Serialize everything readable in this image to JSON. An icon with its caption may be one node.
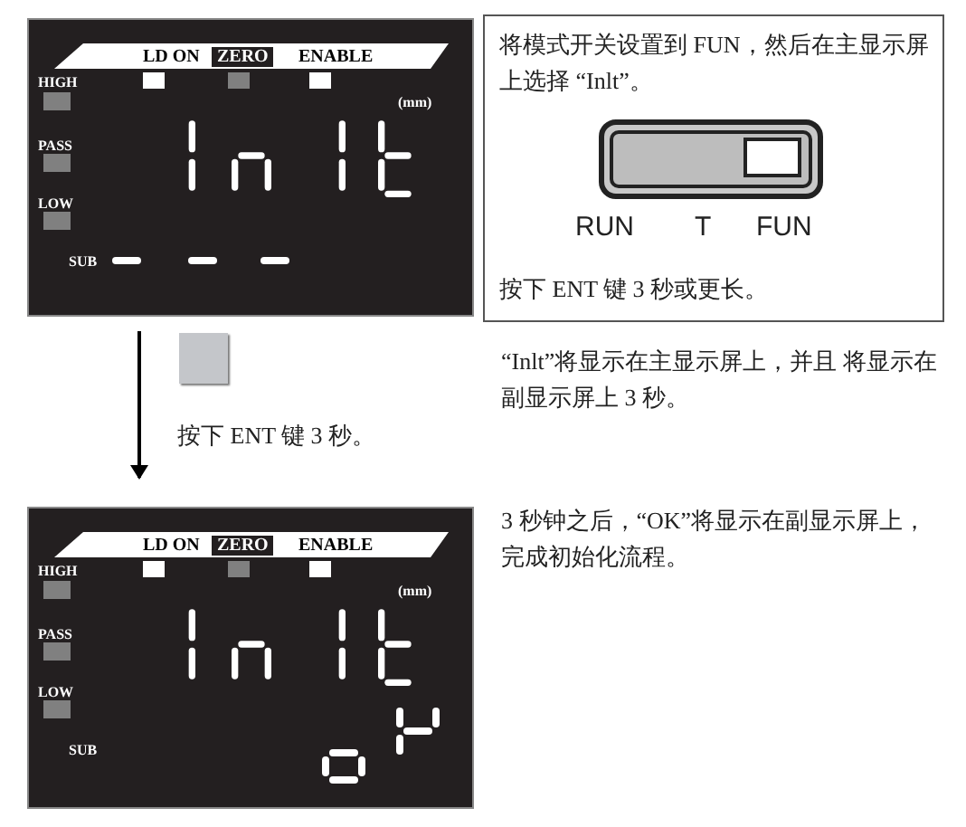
{
  "diagram": {
    "nodes": [
      {
        "text": [
          "LD ON",
          "ZERO",
          "ENABLE",
          "HIGH",
          "PASS",
          "LOW",
          "(mm)",
          "SUB"
        ]
      },
      {
        "text": [
          "LD ON",
          "ZERO",
          "ENABLE",
          "HIGH",
          "PASS",
          "LOW",
          "(mm)",
          "SUB"
        ]
      },
      {
        "text": [
          "将模式开关设置到 FUN，然后在主显示屏上选择 “Inlt”。",
          "RUN",
          "T",
          "FUN",
          "按下 ENT 键 3 秒或更长。"
        ]
      }
    ],
    "edges": [
      {
        "from": 0,
        "to": 1,
        "arrow": "to"
      }
    ],
    "labels": [
      "按下 ENT 键 3 秒。",
      "“Inlt”将显示在主显示屏上，并且 将显示在副显示屏上 3 秒。",
      "3 秒钟之后，“OK”将显示在副显示屏上，完成初始化流程。"
    ]
  }
}
